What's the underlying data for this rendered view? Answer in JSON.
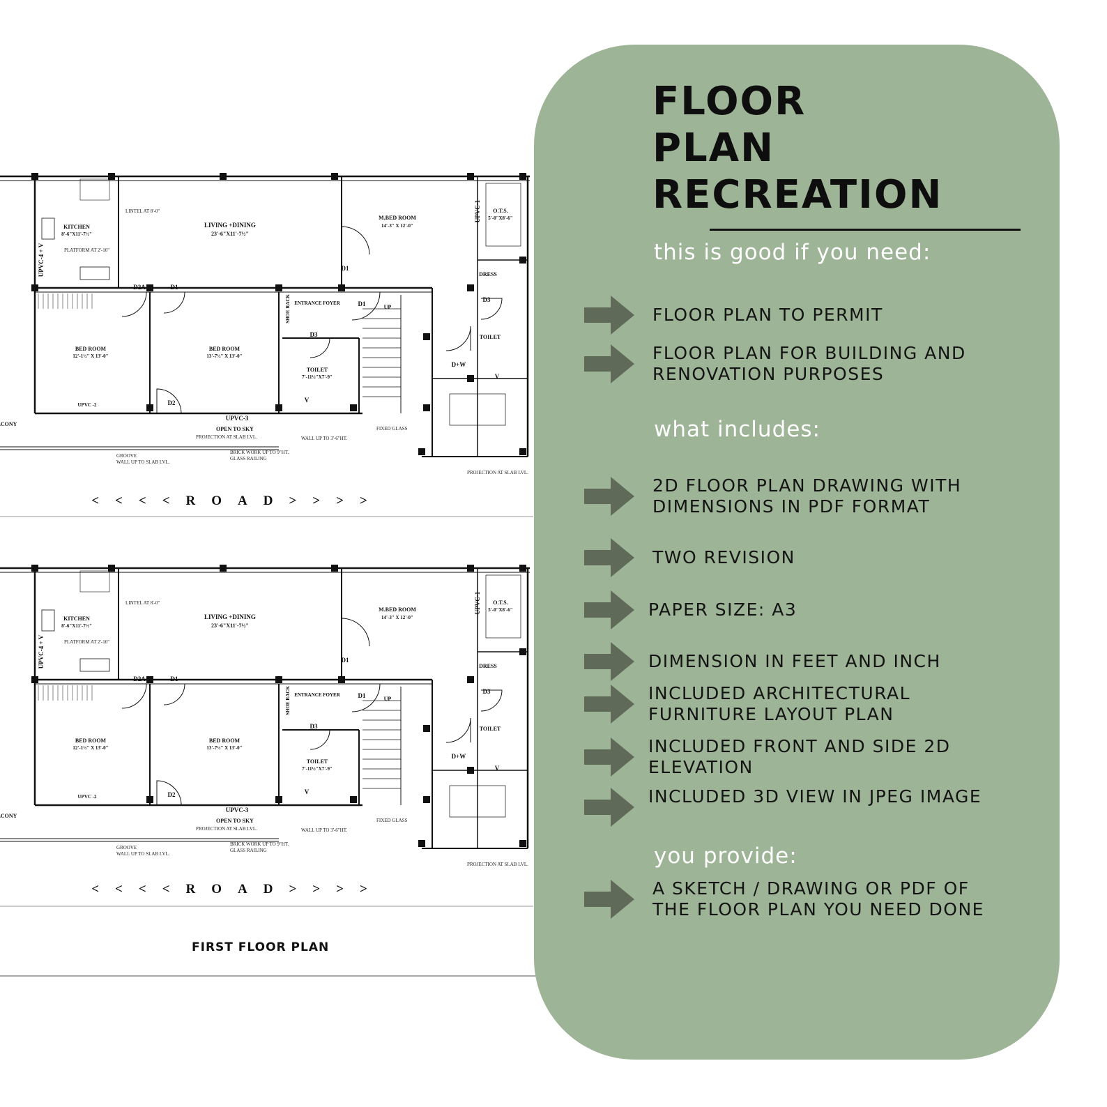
{
  "plans": {
    "rooms": {
      "kitchen": "KITCHEN",
      "kitchen_dim": "8'-6\"X11'-7½\"",
      "living": "LIVING +DINING",
      "living_dim": "23'-6\"X11'-7½\"",
      "mbed": "M.BED ROOM",
      "mbed_dim": "14'-3\" X 12'-0\"",
      "ots": "O.T.S.",
      "ots_dim": "5'-0\"X8'-6\"",
      "bed1": "BED ROOM",
      "bed1_dim": "12'-1½\" X 13'-0\"",
      "bed2": "BED ROOM",
      "bed2_dim": "13'-7½\" X 13'-0\"",
      "foyer": "ENTRANCE FOYER",
      "toilet1": "TOILET",
      "toilet1_dim": "7'-11½\"X7'-9\"",
      "toilet2": "TOILET",
      "dress": "DRESS",
      "shoe_rack": "SHOE RACK",
      "open_sky": "OPEN TO SKY",
      "projection": "PROJECTION AT SLAB LVL.",
      "balcony": "LCONY",
      "up": "UP"
    },
    "labels": {
      "upvc4": "UPVC-4 + V",
      "upvc1": "UPVC-1",
      "upvc3": "UPVC-3",
      "upvc2": "UPVC -2",
      "d1": "D1",
      "d2a": "D2A",
      "d2": "D2",
      "d3": "D3",
      "dw": "D+W",
      "v": "V",
      "lintel": "LINTEL AT 8'-0\"",
      "platform": "PLATFORM AT 2'-10\"",
      "wall": "WALL UP TO 3'-6\"HT.",
      "brick": "BRICK WORK UP TO 9\"HT.",
      "glass": "GLASS RAILING",
      "groove": "GROOVE",
      "wall_slab": "WALL UP TO SLAB LVL.",
      "fixed_glass": "FIXED GLASS",
      "projection_slab": "PROJECTION AT SLAB LVL."
    },
    "road": "< < < < R O A D > > > >",
    "first_floor_title": "FIRST FLOOR PLAN"
  },
  "panel": {
    "title_lines": [
      "FLOOR",
      "PLAN",
      "RECREATION"
    ],
    "need_heading": "this is good if you need:",
    "need_items": [
      "FLOOR PLAN TO PERMIT",
      "FLOOR PLAN FOR BUILDING AND RENOVATION PURPOSES"
    ],
    "includes_heading": "what includes:",
    "includes_items": [
      "2D FLOOR PLAN DRAWING WITH DIMENSIONS IN PDF FORMAT",
      "TWO REVISION",
      "PAPER SIZE: A3",
      "DIMENSION IN FEET AND INCH",
      "INCLUDED ARCHITECTURAL FURNITURE LAYOUT PLAN",
      "INCLUDED FRONT AND SIDE 2D ELEVATION",
      "INCLUDED 3D VIEW IN JPEG IMAGE"
    ],
    "provide_heading": "you provide:",
    "provide_items": [
      "A SKETCH / DRAWING OR PDF OF THE FLOOR PLAN YOU NEED DONE"
    ],
    "colors": {
      "panel_bg": "#9db496",
      "arrow": "#5f6b58",
      "heading_text": "#ffffff",
      "body_text": "#141414"
    },
    "icons": {
      "bullet": "right-arrow-icon"
    }
  }
}
